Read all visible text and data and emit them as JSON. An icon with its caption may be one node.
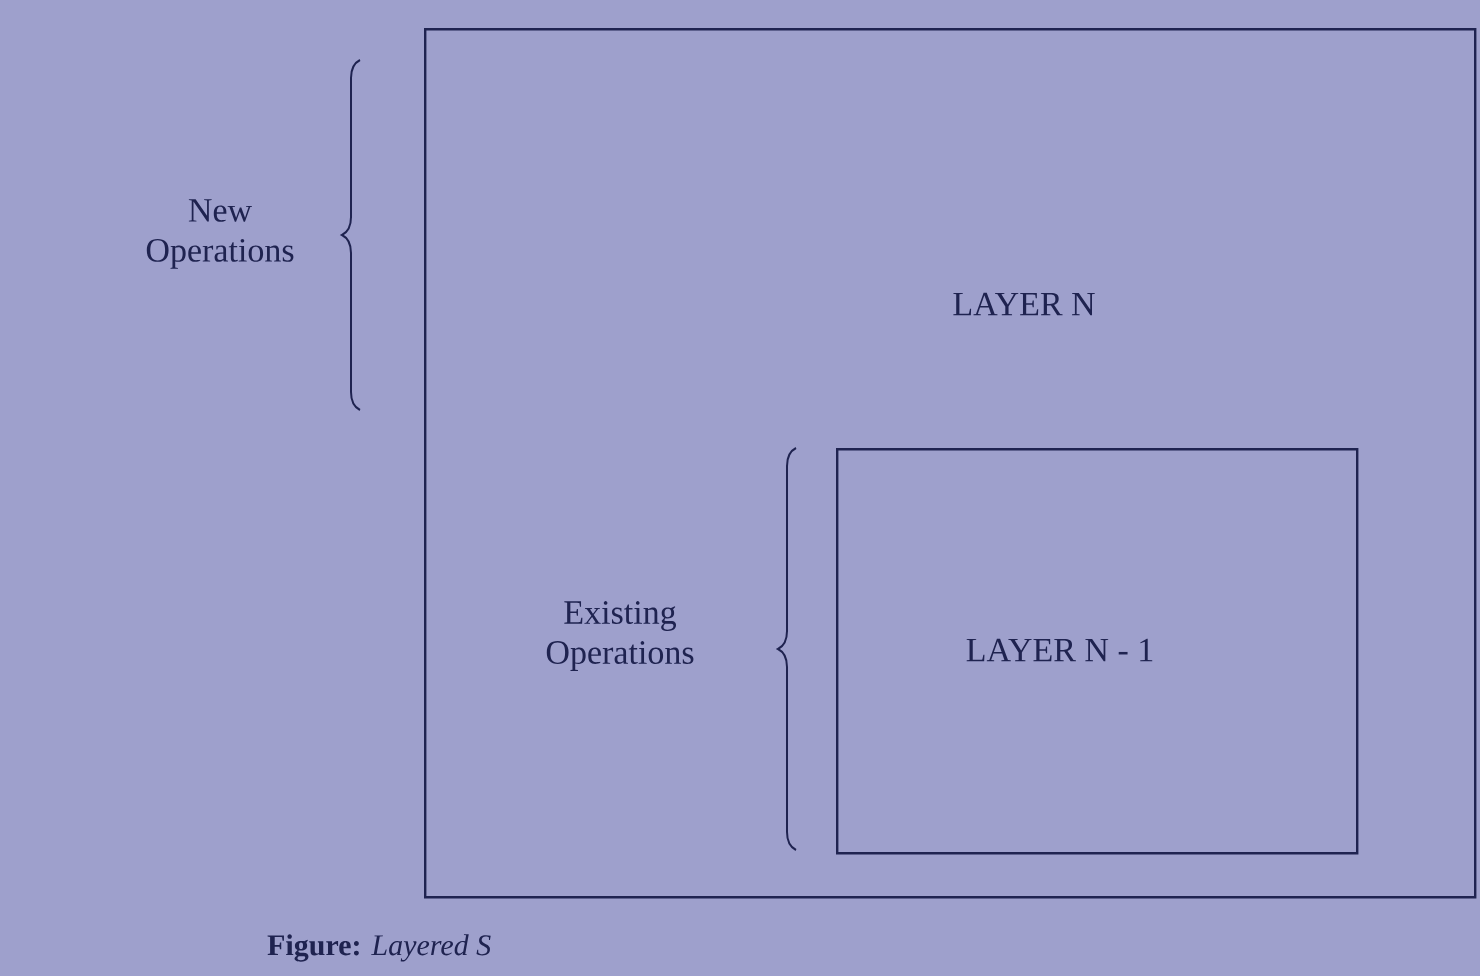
{
  "diagram": {
    "caption": "**Figure:** *Layered S*",
    "nodes": [
      {
        "text": [
          "LAYER N"
        ]
      },
      {
        "text": [
          "LAYER N - 1"
        ],
        "in": 0
      }
    ],
    "edges": [],
    "labels": [
      "New Operations",
      "Existing Operations"
    ]
  }
}
